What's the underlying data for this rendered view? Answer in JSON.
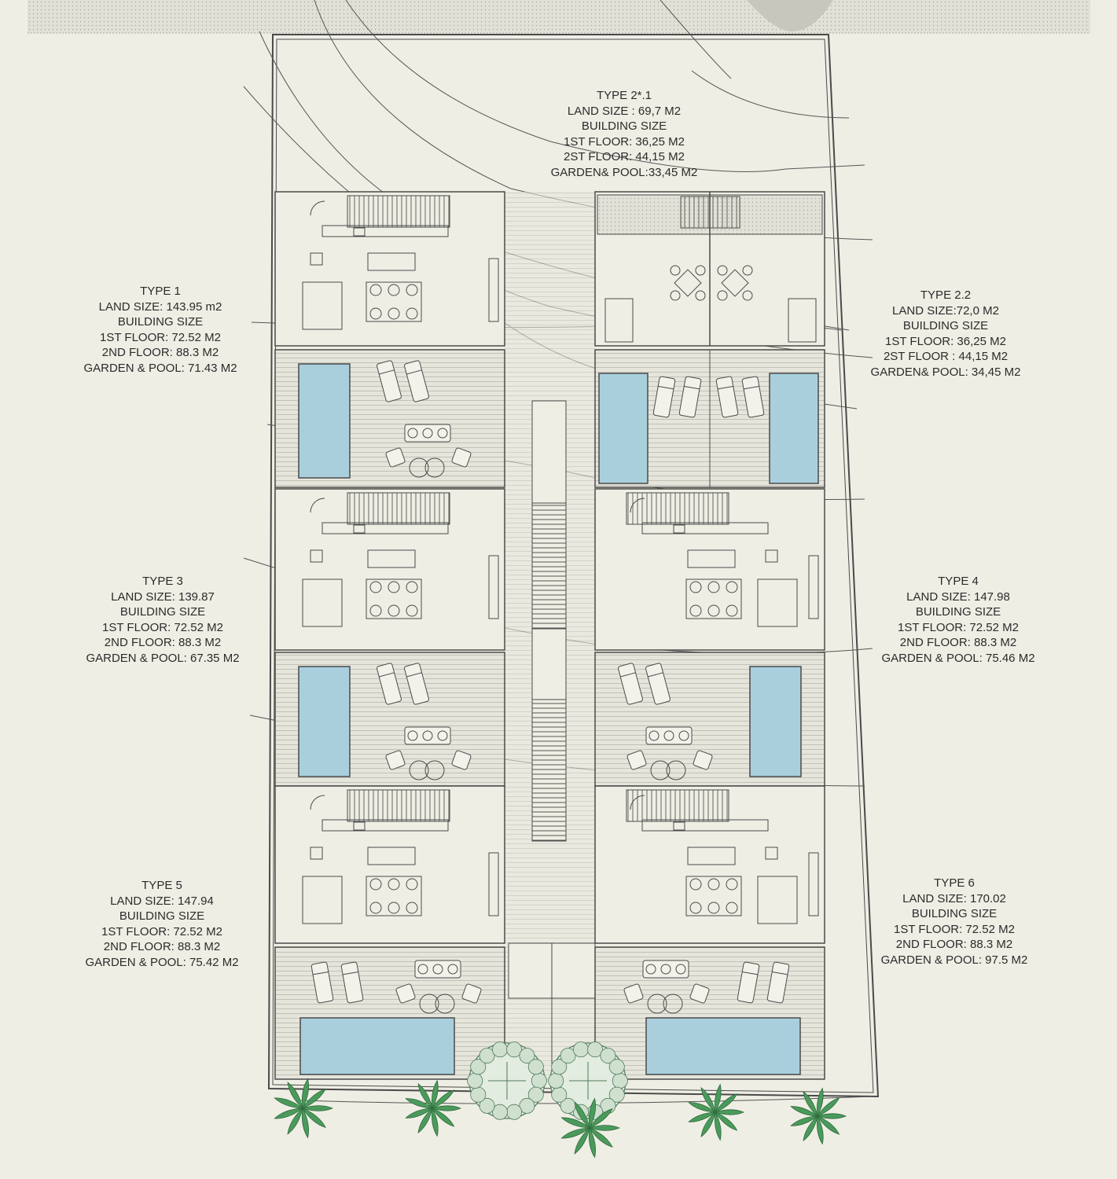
{
  "units": [
    {
      "id": "type-2-1",
      "title": "TYPE 2*.1",
      "lines": [
        "LAND SIZE : 69,7 M2",
        "BUILDING SIZE",
        "1ST FLOOR: 36,25 M2",
        "2ST FLOOR: 44,15 M2",
        "GARDEN& POOL:33,45 M2"
      ]
    },
    {
      "id": "type-1",
      "title": "TYPE 1",
      "lines": [
        "LAND SIZE: 143.95 m2",
        "BUILDING SIZE",
        "1ST FLOOR: 72.52 M2",
        "2ND FLOOR: 88.3 M2",
        "GARDEN & POOL: 71.43 M2"
      ]
    },
    {
      "id": "type-2-2",
      "title": "TYPE 2.2",
      "lines": [
        "LAND SIZE:72,0 M2",
        "BUILDING SIZE",
        "1ST FLOOR: 36,25 M2",
        "2ST FLOOR : 44,15 M2",
        "GARDEN& POOL: 34,45 M2"
      ]
    },
    {
      "id": "type-3",
      "title": "TYPE 3",
      "lines": [
        "LAND SIZE: 139.87",
        "BUILDING SIZE",
        "1ST FLOOR: 72.52 M2",
        "2ND FLOOR: 88.3 M2",
        "GARDEN & POOL: 67.35 M2"
      ]
    },
    {
      "id": "type-4",
      "title": "TYPE 4",
      "lines": [
        "LAND SIZE: 147.98",
        "BUILDING SIZE",
        "1ST FLOOR: 72.52 M2",
        "2ND FLOOR: 88.3 M2",
        "GARDEN & POOL: 75.46 M2"
      ]
    },
    {
      "id": "type-5",
      "title": "TYPE 5",
      "lines": [
        "LAND SIZE: 147.94",
        "BUILDING SIZE",
        "1ST FLOOR: 72.52 M2",
        "2ND FLOOR: 88.3 M2",
        "GARDEN & POOL: 75.42 M2"
      ]
    },
    {
      "id": "type-6",
      "title": "TYPE 6",
      "lines": [
        "LAND SIZE: 170.02",
        "BUILDING SIZE",
        "1ST FLOOR: 72.52 M2",
        "2ND FLOOR: 88.3 M2",
        "GARDEN & POOL: 97.5 M2"
      ]
    }
  ],
  "colors": {
    "background": "#efeee5",
    "line": "#4a4a4a",
    "pool": "#a9cfdd",
    "tree": "#4a9a5c"
  }
}
